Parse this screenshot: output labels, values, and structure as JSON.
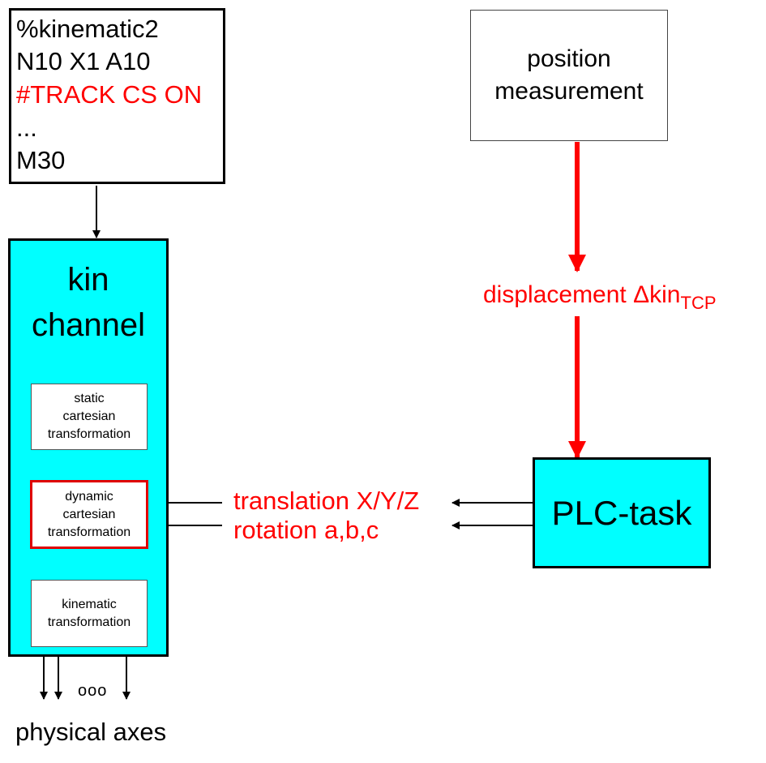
{
  "program": {
    "lines": [
      {
        "text": "%kinematic2",
        "color": "#000000"
      },
      {
        "text": "N10 X1 A10",
        "color": "#000000"
      },
      {
        "text": "#TRACK CS ON",
        "color": "#ff0000"
      },
      {
        "text": "...",
        "color": "#000000"
      },
      {
        "text": "M30",
        "color": "#000000"
      }
    ]
  },
  "kin_channel": {
    "title_line1": "kin",
    "title_line2": "channel",
    "fill_color": "#00ffff",
    "static_box": {
      "lines": [
        "static",
        "cartesian",
        "transformation"
      ]
    },
    "dynamic_box": {
      "lines": [
        "dynamic",
        "cartesian",
        "transformation"
      ],
      "border_color": "#ff0000"
    },
    "kinematic_box": {
      "lines": [
        "kinematic",
        "transformation"
      ]
    }
  },
  "position_measurement": {
    "line1": "position",
    "line2": "measurement"
  },
  "displacement_label": {
    "main": "displacement Δkin",
    "subscript": "TCP"
  },
  "plc_task": {
    "label": "PLC-task",
    "fill_color": "#00ffff"
  },
  "transform_labels": {
    "translation": "translation X/Y/Z",
    "rotation": "rotation a,b,c"
  },
  "outputs": {
    "ellipsis": "ooo",
    "label": "physical axes"
  },
  "colors": {
    "accent_red": "#ff0000",
    "cyan": "#00ffff",
    "black": "#000000"
  }
}
